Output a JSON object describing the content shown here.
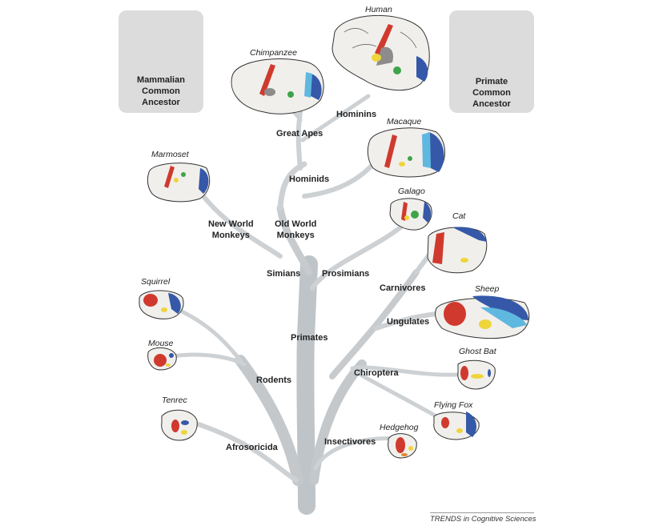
{
  "ancestors": {
    "mammalian": [
      "Mammalian",
      "Common",
      "Ancestor"
    ],
    "primate": [
      "Primate",
      "Common",
      "Ancestor"
    ]
  },
  "species": {
    "human": "Human",
    "chimpanzee": "Chimpanzee",
    "macaque": "Macaque",
    "marmoset": "Marmoset",
    "galago": "Galago",
    "cat": "Cat",
    "sheep": "Sheep",
    "squirrel": "Squirrel",
    "mouse": "Mouse",
    "ghost_bat": "Ghost Bat",
    "flying_fox": "Flying Fox",
    "tenrec": "Tenrec",
    "hedgehog": "Hedgehog"
  },
  "clades": {
    "hominins": "Hominins",
    "great_apes": "Great Apes",
    "hominids": "Hominids",
    "new_world_monkeys": [
      "New World",
      "Monkeys"
    ],
    "old_world_monkeys": [
      "Old World",
      "Monkeys"
    ],
    "simians": "Simians",
    "prosimians": "Prosimians",
    "carnivores": "Carnivores",
    "ungulates": "Ungulates",
    "primates": "Primates",
    "rodents": "Rodents",
    "chiroptera": "Chiroptera",
    "afrosoricida": "Afrosoricida",
    "insectivores": "Insectivores"
  },
  "credit": "TRENDS in Cognitive Sciences",
  "colors": {
    "trunk": "#bcc1c5",
    "branch": "#c9cdd0",
    "brain_fill": "#f1efec",
    "motor_red": "#d03a2e",
    "visual_blue": "#3559a8",
    "visual_light_blue": "#5fb8df",
    "auditory_yellow": "#eed53a",
    "somato_green": "#3fa34a",
    "orange": "#e08a2a"
  }
}
